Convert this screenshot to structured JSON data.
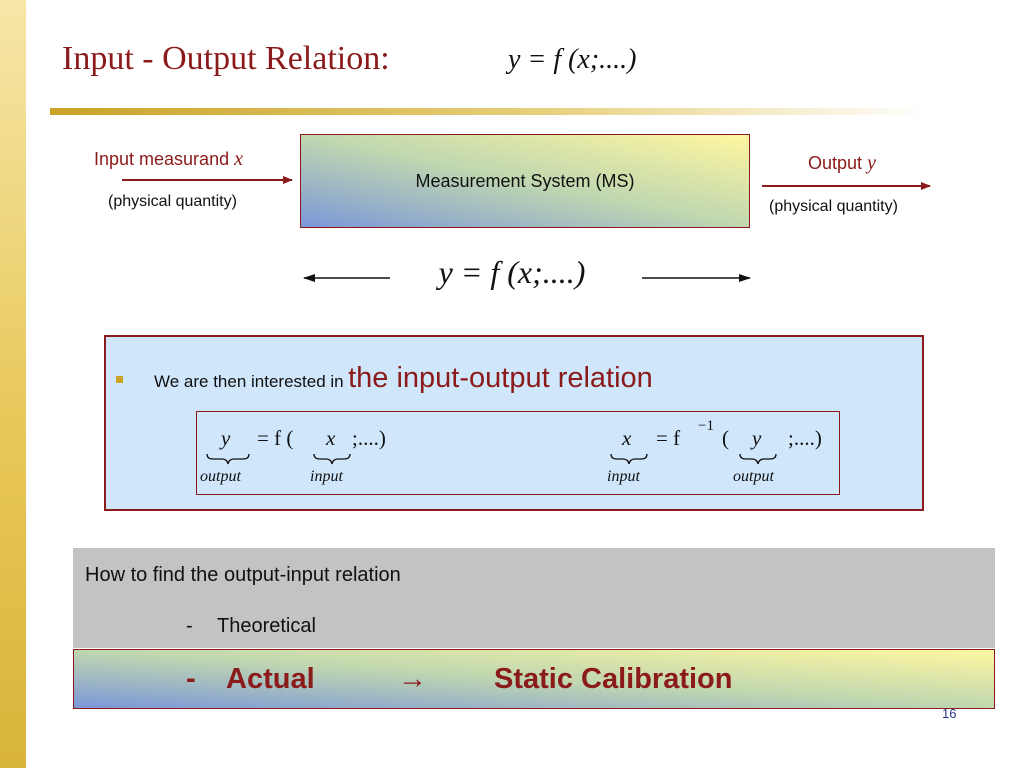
{
  "slide": {
    "title": "Input - Output Relation:",
    "title_equation": "y = f (x;....)",
    "page_number": "16"
  },
  "diagram": {
    "input_label": "Input measurand",
    "input_var": "x",
    "input_sub": "(physical quantity)",
    "system_label": "Measurement System (MS)",
    "output_label": "Output",
    "output_var": "y",
    "output_sub": "(physical quantity)",
    "relation_equation": "y = f (x;....)"
  },
  "panel": {
    "bullet_prefix": "We are then interested in",
    "bullet_highlight": "the input-output relation",
    "formula_1": {
      "y": "y",
      "eq": "= f (",
      "x": "x",
      "tail": ";....)",
      "label_output": "output",
      "label_input": "input"
    },
    "formula_2": {
      "x": "x",
      "eq": "= f",
      "sup": "−1",
      "open": "(",
      "y": "y",
      "tail": ";....)",
      "label_input": "input",
      "label_output": "output"
    }
  },
  "methods": {
    "question": "How to find the output-input relation",
    "dash": "-",
    "theoretical": "Theoretical",
    "actual_dash": "-",
    "actual": "Actual",
    "arrow": "→",
    "static_calibration": "Static Calibration"
  },
  "colors": {
    "accent": "#8b1a1a",
    "gold": "#c9a227",
    "panel_blue": "#cfe6fb",
    "gray": "#c3c3c3"
  }
}
